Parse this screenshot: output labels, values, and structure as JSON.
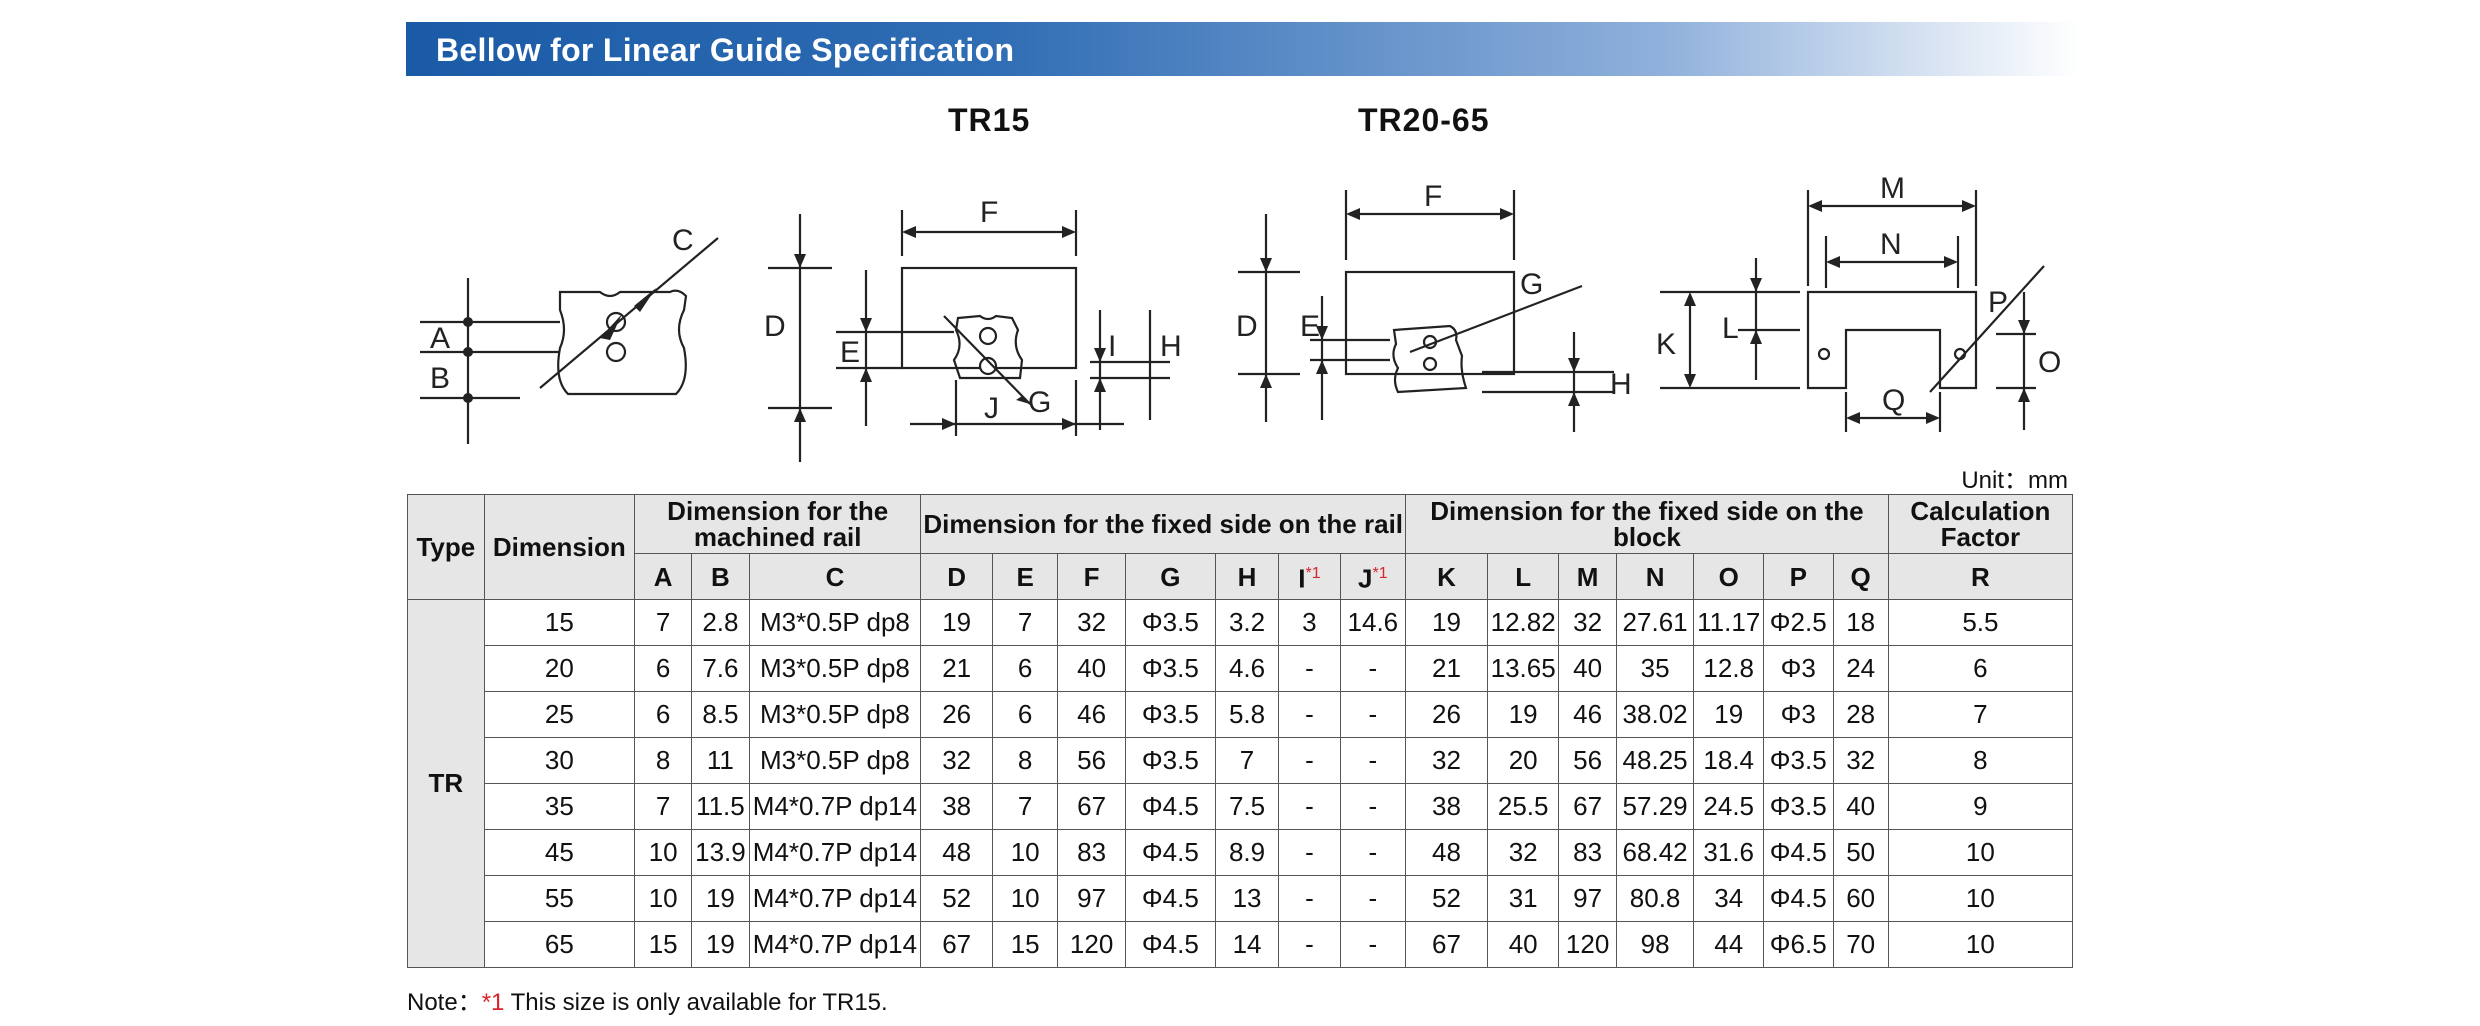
{
  "banner_title": "Bellow for Linear Guide Specification",
  "diagram_titles": {
    "tr15": "TR15",
    "tr20_65": "TR20-65"
  },
  "diagram_labels": {
    "a": "A",
    "b": "B",
    "c": "C",
    "d": "D",
    "e": "E",
    "f": "F",
    "g": "G",
    "h": "H",
    "i": "I",
    "j": "J",
    "k": "K",
    "l": "L",
    "m": "M",
    "n": "N",
    "o": "O",
    "p": "P",
    "q": "Q"
  },
  "unit_label": "Unit：mm",
  "table": {
    "headers": {
      "type": "Type",
      "dimension": "Dimension",
      "group_rail": "Dimension for the machined rail",
      "group_fixed_rail": "Dimension for the fixed side on the rail",
      "group_fixed_block": "Dimension for the fixed side on the block",
      "group_calc": "Calculation Factor"
    },
    "columns": [
      "A",
      "B",
      "C",
      "D",
      "E",
      "F",
      "G",
      "H",
      "I",
      "J",
      "K",
      "L",
      "M",
      "N",
      "O",
      "P",
      "Q",
      "R"
    ],
    "footnote_mark": "*1",
    "type_value": "TR",
    "rows": [
      [
        "15",
        "7",
        "2.8",
        "M3*0.5P dp8",
        "19",
        "7",
        "32",
        "Φ3.5",
        "3.2",
        "3",
        "14.6",
        "19",
        "12.82",
        "32",
        "27.61",
        "11.17",
        "Φ2.5",
        "18",
        "5.5"
      ],
      [
        "20",
        "6",
        "7.6",
        "M3*0.5P dp8",
        "21",
        "6",
        "40",
        "Φ3.5",
        "4.6",
        "-",
        "-",
        "21",
        "13.65",
        "40",
        "35",
        "12.8",
        "Φ3",
        "24",
        "6"
      ],
      [
        "25",
        "6",
        "8.5",
        "M3*0.5P dp8",
        "26",
        "6",
        "46",
        "Φ3.5",
        "5.8",
        "-",
        "-",
        "26",
        "19",
        "46",
        "38.02",
        "19",
        "Φ3",
        "28",
        "7"
      ],
      [
        "30",
        "8",
        "11",
        "M3*0.5P dp8",
        "32",
        "8",
        "56",
        "Φ3.5",
        "7",
        "-",
        "-",
        "32",
        "20",
        "56",
        "48.25",
        "18.4",
        "Φ3.5",
        "32",
        "8"
      ],
      [
        "35",
        "7",
        "11.5",
        "M4*0.7P dp14",
        "38",
        "7",
        "67",
        "Φ4.5",
        "7.5",
        "-",
        "-",
        "38",
        "25.5",
        "67",
        "57.29",
        "24.5",
        "Φ3.5",
        "40",
        "9"
      ],
      [
        "45",
        "10",
        "13.9",
        "M4*0.7P dp14",
        "48",
        "10",
        "83",
        "Φ4.5",
        "8.9",
        "-",
        "-",
        "48",
        "32",
        "83",
        "68.42",
        "31.6",
        "Φ4.5",
        "50",
        "10"
      ],
      [
        "55",
        "10",
        "19",
        "M4*0.7P dp14",
        "52",
        "10",
        "97",
        "Φ4.5",
        "13",
        "-",
        "-",
        "52",
        "31",
        "97",
        "80.8",
        "34",
        "Φ4.5",
        "60",
        "10"
      ],
      [
        "65",
        "15",
        "19",
        "M4*0.7P dp14",
        "67",
        "15",
        "120",
        "Φ4.5",
        "14",
        "-",
        "-",
        "67",
        "40",
        "120",
        "98",
        "44",
        "Φ6.5",
        "70",
        "10"
      ]
    ]
  },
  "note": {
    "prefix": "Note：",
    "mark": "*1",
    "text": " This size is only available for TR15."
  }
}
